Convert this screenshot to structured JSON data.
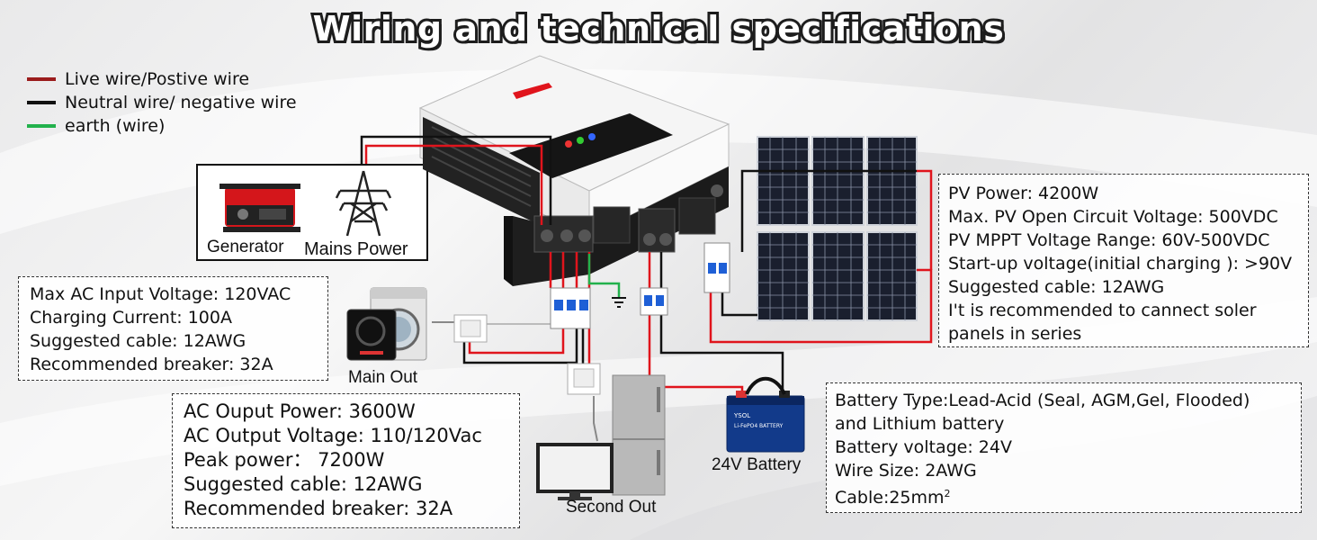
{
  "title": "Wiring and technical specifications",
  "legend": [
    {
      "label": "Live wire/Postive wire",
      "color": "#9b1c1c"
    },
    {
      "label": "Neutral wire/ negative wire",
      "color": "#111111"
    },
    {
      "label": "earth (wire)",
      "color": "#22b14c"
    }
  ],
  "labels": {
    "generator": "Generator",
    "mains": "Mains Power",
    "main_out": "Main Out",
    "second_out": "Second Out",
    "battery": "24V Battery",
    "battery_brand": "YSOL",
    "battery_text": "Li-FePO4 BATTERY"
  },
  "pv_specs": [
    "PV Power: 4200W",
    "Max. PV Open Circuit Voltage: 500VDC",
    "PV MPPT Voltage Range: 60V-500VDC",
    "Start-up voltage(initial charging ): >90V",
    "Suggested cable: 12AWG",
    "I't is recommended to cannect soler",
    "panels in series"
  ],
  "ac_input_specs": [
    "Max AC Input Voltage: 120VAC",
    "Charging Current: 100A",
    "Suggested cable: 12AWG",
    "Recommended breaker: 32A"
  ],
  "ac_output_specs": [
    "AC Ouput Power: 3600W",
    "AC Output Voltage: 110/120Vac",
    "Peak power： 7200W",
    "Suggested cable: 12AWG",
    "Recommended breaker: 32A"
  ],
  "battery_specs": {
    "lines": [
      "Battery Type:Lead-Acid (Seal, AGM,Gel, Flooded)",
      "and Lithium battery",
      "Battery voltage: 24V",
      "Wire Size: 2AWG"
    ],
    "cable": "Cable:25mm",
    "cable_sup": "2"
  },
  "colors": {
    "live": "#e0141c",
    "neutral": "#111111",
    "earth": "#22b14c",
    "panel": "#1a1f2e"
  }
}
